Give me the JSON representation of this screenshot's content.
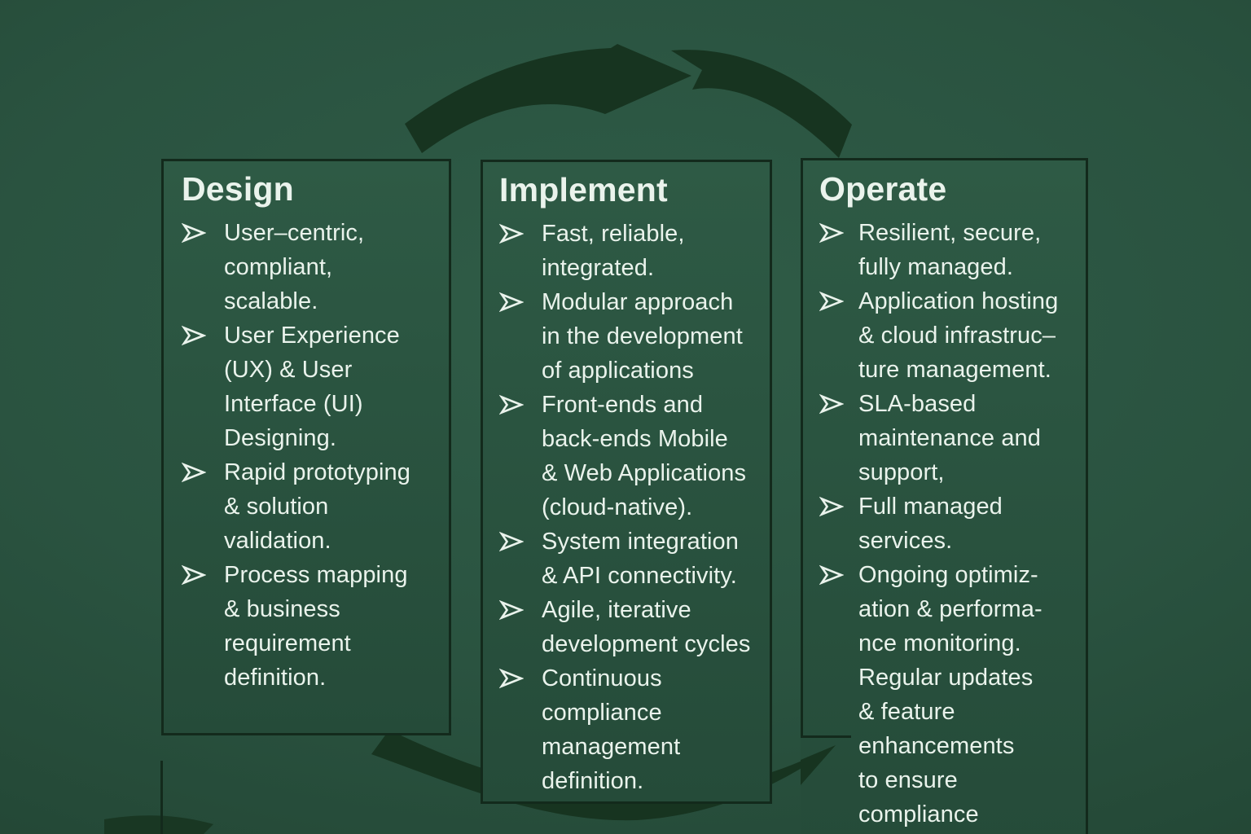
{
  "colors": {
    "background_center": "#2f5c47",
    "background_edge": "#1f4130",
    "arc": "#173420",
    "box_border": "#132a1c",
    "text": "#eaf3ec"
  },
  "icons": {
    "bullet": "arrow-bullet-icon",
    "cycle": "clockwise-cycle-arrow"
  },
  "boxes": [
    {
      "title": "Design",
      "items": [
        "User–centric,\ncompliant,\nscalable.",
        "User Experience\n(UX) & User\nInterface (UI)\nDesigning.",
        "Rapid prototyping\n& solution\nvalidation.",
        "Process mapping\n& business\nrequirement\ndefinition."
      ]
    },
    {
      "title": "Implement",
      "items": [
        "Fast, reliable,\nintegrated.",
        "Modular approach\nin the development\nof applications",
        "Front-ends and\nback-ends Mobile\n& Web Applications\n(cloud-native).",
        "System integration\n& API connectivity.",
        "Agile, iterative\ndevelopment cycles",
        "Continuous\ncompliance\nmanagement\ndefinition."
      ]
    },
    {
      "title": "Operate",
      "items": [
        "Resilient, secure,\nfully managed.",
        "Application hosting\n& cloud infrastruc–\nture management.",
        "SLA-based\nmaintenance and\nsupport,",
        "Full managed\nservices.",
        "Ongoing optimiz-\nation & performa-\nnce monitoring.\nRegular updates\n& feature\nenhancements\nto ensure compliance"
      ]
    }
  ]
}
